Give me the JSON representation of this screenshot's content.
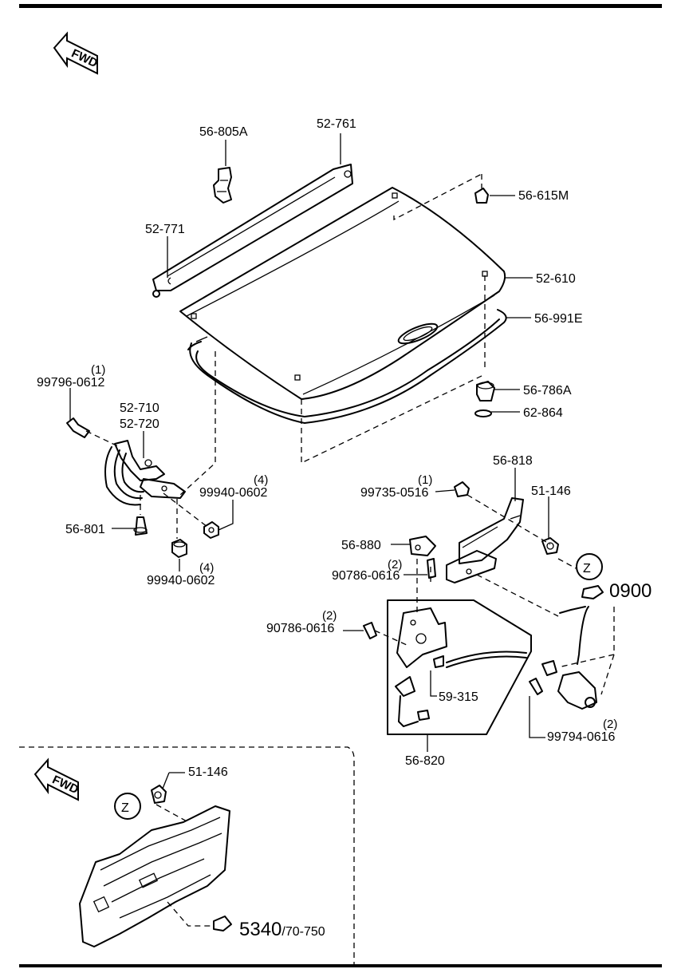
{
  "fwd_label": "FWD",
  "zone_letter": "Z",
  "parts": {
    "p56805A": "56-805A",
    "p52761": "52-761",
    "p56615M": "56-615M",
    "p52771": "52-771",
    "p52610": "52-610",
    "p56991E": "56-991E",
    "p99796": "99796-0612",
    "q99796": "(1)",
    "p52710": "52-710",
    "p52720": "52-720",
    "p56786A": "56-786A",
    "p62864": "62-864",
    "p56818": "56-818",
    "p99735": "99735-0516",
    "q99735": "(1)",
    "p51146": "51-146",
    "p99940a": "99940-0602",
    "q99940a": "(4)",
    "p56801": "56-801",
    "p99940b": "99940-0602",
    "q99940b": "(4)",
    "p56880": "56-880",
    "p90786a": "90786-0616",
    "q90786a": "(2)",
    "p0900": "0900",
    "p90786b": "90786-0616",
    "q90786b": "(2)",
    "p59315": "59-315",
    "p99794": "99794-0616",
    "q99794": "(2)",
    "p56820": "56-820",
    "p51146b": "51-146",
    "p5340": "5340",
    "p5340sub": "/70-750"
  }
}
